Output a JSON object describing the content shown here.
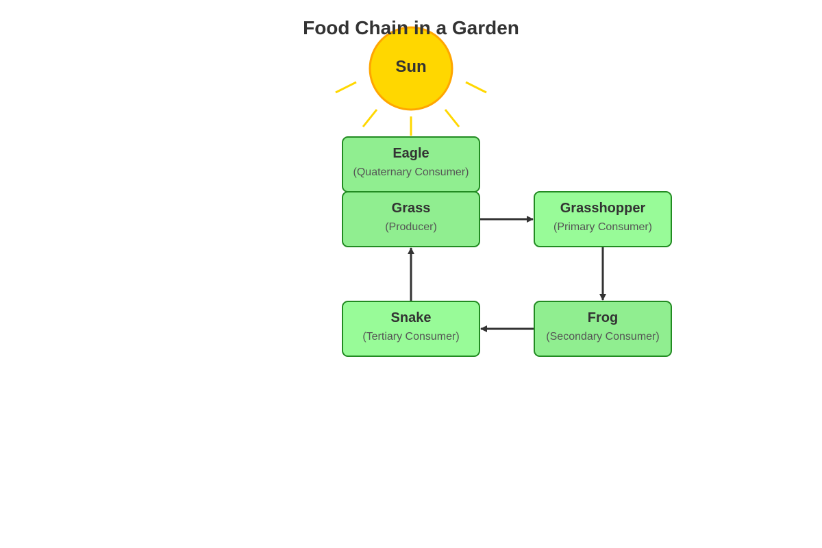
{
  "title": "Food Chain in a Garden",
  "colors": {
    "text_dark": "#333333",
    "text_role": "#555555",
    "sun_fill": "#FFD700",
    "sun_stroke": "#FFA500",
    "ray": "#FFD700",
    "node_border": "#228B22",
    "arrow": "#333333"
  },
  "sun": {
    "label": "Sun"
  },
  "nodes": {
    "eagle": {
      "name": "Eagle",
      "role": "(Quaternary Consumer)",
      "fill": "#90EE90"
    },
    "grass": {
      "name": "Grass",
      "role": "(Producer)",
      "fill": "#90EE90"
    },
    "grasshopper": {
      "name": "Grasshopper",
      "role": "(Primary Consumer)",
      "fill": "#98FB98"
    },
    "snake": {
      "name": "Snake",
      "role": "(Tertiary Consumer)",
      "fill": "#98FB98"
    },
    "frog": {
      "name": "Frog",
      "role": "(Secondary Consumer)",
      "fill": "#90EE90"
    }
  },
  "edges": [
    {
      "from": "grass",
      "to": "grasshopper"
    },
    {
      "from": "grasshopper",
      "to": "frog"
    },
    {
      "from": "frog",
      "to": "snake"
    },
    {
      "from": "snake",
      "to": "grass"
    }
  ]
}
